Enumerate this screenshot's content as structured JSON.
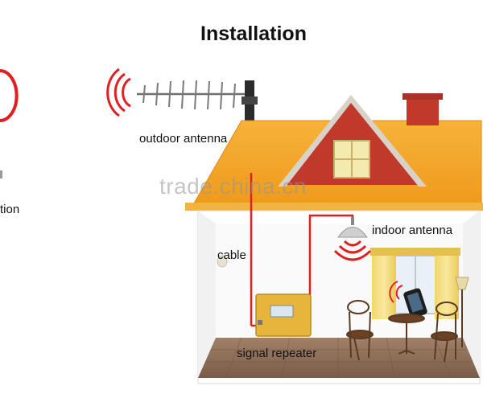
{
  "title": "Installation",
  "labels": {
    "base_station": "tion",
    "outdoor_antenna": "outdoor antenna",
    "cable": "cable",
    "indoor_antenna": "indoor antenna",
    "signal_repeater": "signal repeater"
  },
  "watermark": "trade.china.cn",
  "colors": {
    "roof": "#f5a623",
    "gable": "#c0392b",
    "chimney": "#c0392b",
    "wall": "#ffffff",
    "floor": "#8b6f5a",
    "cable": "#e02020",
    "signal": "#e02020",
    "repeater": "#e6b23a"
  }
}
